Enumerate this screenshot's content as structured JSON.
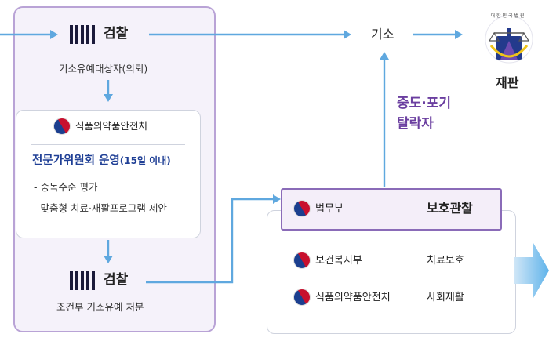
{
  "prosecution_top": {
    "label": "검찰",
    "caption": "기소유예대상자(의뢰)"
  },
  "mfds_box": {
    "agency": "식품의약품안전처",
    "committee_title": "전문가위원회 운영",
    "committee_period": "(15일 이내)",
    "items": [
      "- 중독수준 평가",
      "- 맞춤형 치료·재활프로그램 제안"
    ]
  },
  "prosecution_bottom": {
    "label": "검찰",
    "caption": "조건부 기소유예 처분"
  },
  "indictment": {
    "label": "기소"
  },
  "court": {
    "label": "재판",
    "emblem_text": "대한민국법원"
  },
  "dropout": {
    "line1": "중도·포기",
    "line2": "탈락자"
  },
  "moj": {
    "agency": "법무부",
    "role": "보호관찰"
  },
  "mohw": {
    "agency": "보건복지부",
    "role": "치료보호"
  },
  "mfds_rehab": {
    "agency": "식품의약품안전처",
    "role": "사회재활"
  },
  "colors": {
    "arrow": "#5fa8df",
    "panel_border": "#b9a3d6",
    "title_blue": "#1f3f95",
    "dropout_purple": "#6b3fa0"
  }
}
